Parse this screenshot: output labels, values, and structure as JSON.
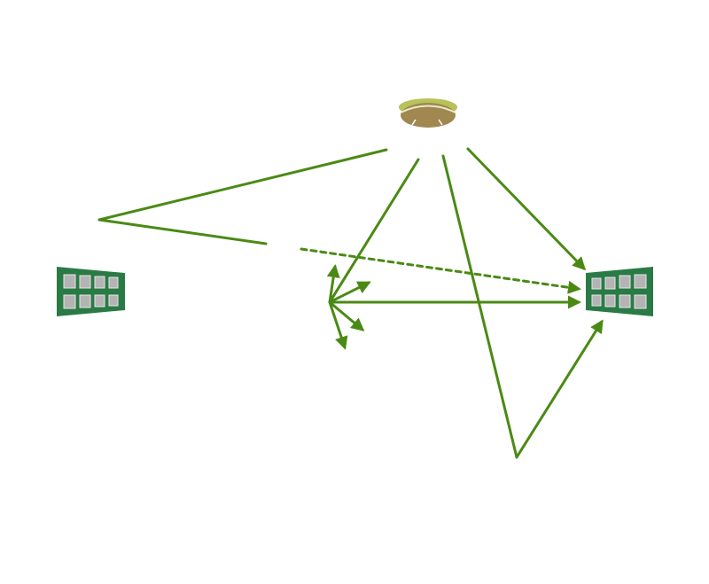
{
  "colors": {
    "background": "#ffffff",
    "ray": "#4a8a14",
    "panel_frame": "#2a7a45",
    "panel_cell": "#b4b4b4",
    "panel_cell_edge": "#e6e6e6",
    "access_point_top": "#b8c25a",
    "access_point_body": "#a08850",
    "access_point_marks": "#ffffff"
  },
  "icons": {
    "access_point": "ceiling-access-point-icon",
    "left_panel": "panel-array-left-icon",
    "right_panel": "panel-array-right-icon"
  },
  "paths": [
    {
      "name": "ray-ap-to-left-reflection",
      "style": "solid",
      "arrow": false
    },
    {
      "name": "ray-left-reflection-to-middle",
      "style": "solid",
      "arrow": false
    },
    {
      "name": "ray-dashed-to-right-panel",
      "style": "dashed",
      "arrow": true
    },
    {
      "name": "ray-ap-to-scatter-point",
      "style": "solid",
      "arrow": false
    },
    {
      "name": "ray-scatter-to-right-panel",
      "style": "solid",
      "arrow": true
    },
    {
      "name": "ray-ap-to-right-panel",
      "style": "solid",
      "arrow": true
    },
    {
      "name": "ray-ap-to-floor-bounce",
      "style": "solid",
      "arrow": false
    },
    {
      "name": "ray-floor-bounce-to-right-panel",
      "style": "solid",
      "arrow": true
    },
    {
      "name": "scatter-arrow-up",
      "style": "solid",
      "arrow": true
    },
    {
      "name": "scatter-arrow-upper-right",
      "style": "solid",
      "arrow": true
    },
    {
      "name": "scatter-arrow-lower-right",
      "style": "solid",
      "arrow": true
    },
    {
      "name": "scatter-arrow-down",
      "style": "solid",
      "arrow": true
    }
  ]
}
